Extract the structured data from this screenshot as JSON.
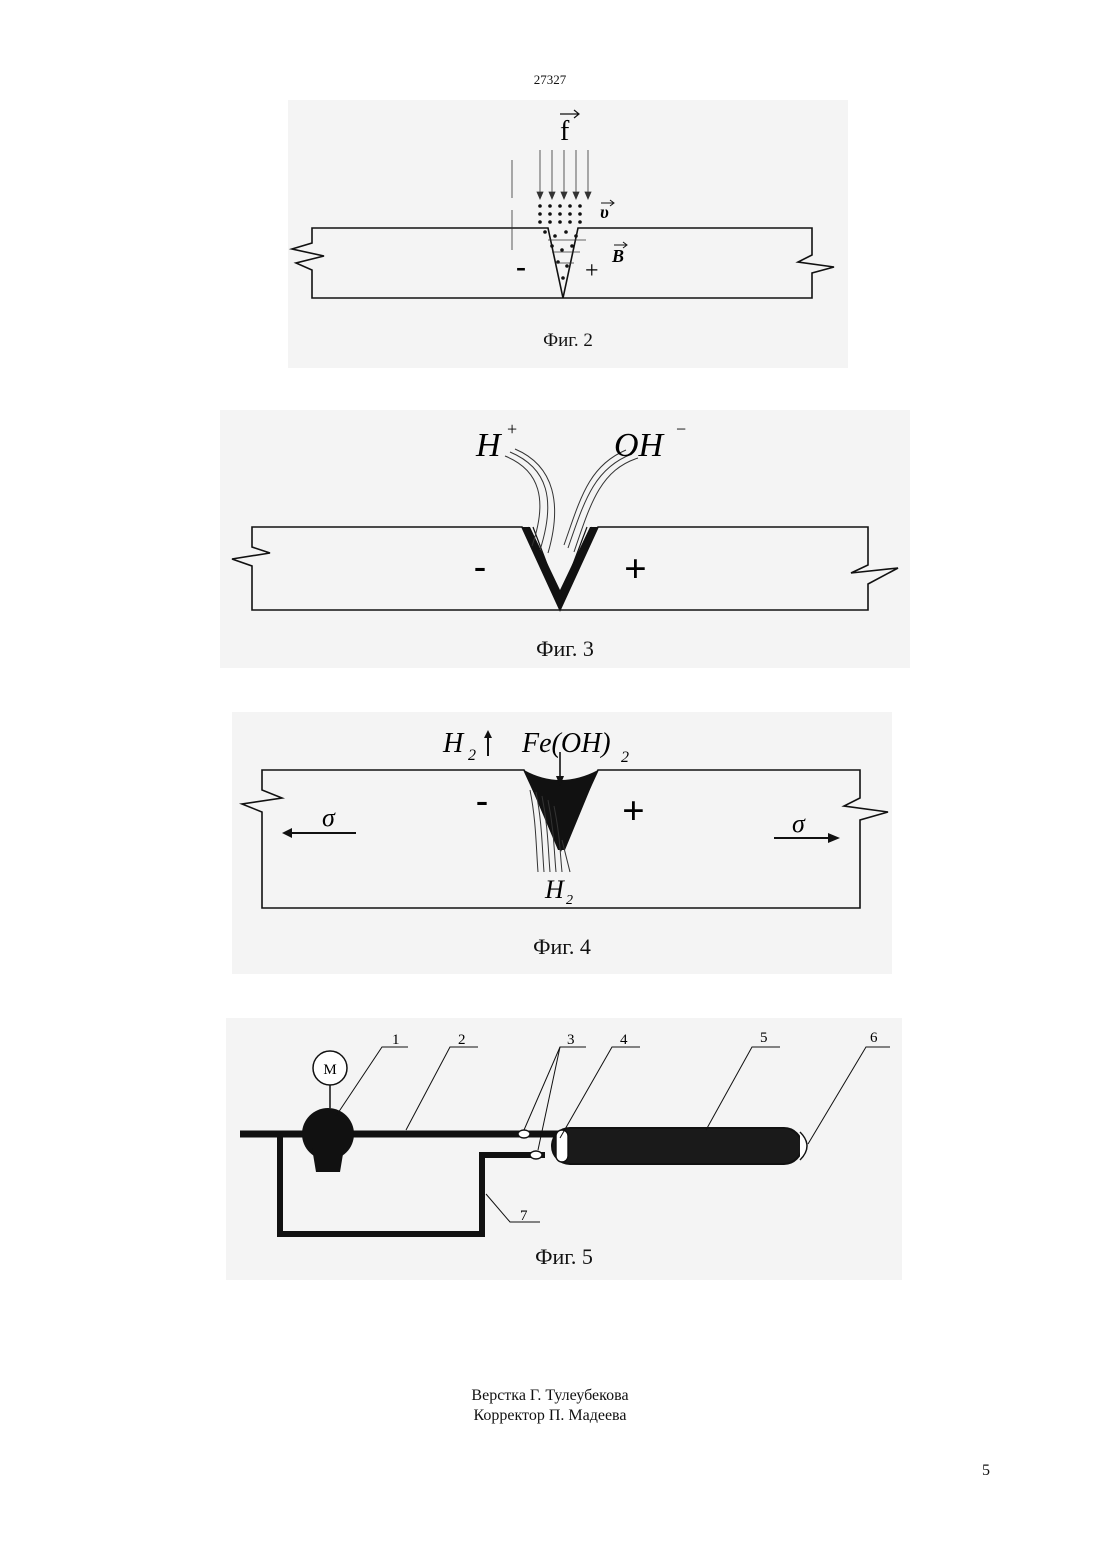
{
  "header": {
    "doc_number": "27327"
  },
  "fig2": {
    "caption": "Фиг. 2",
    "labels": {
      "force": "f",
      "velocity": "υ",
      "field": "B",
      "minus": "-",
      "plus": "+"
    }
  },
  "fig3": {
    "caption": "Фиг. 3",
    "labels": {
      "h_ion": "H",
      "h_sup": "+",
      "oh_ion": "OH",
      "oh_sup": "−",
      "minus": "-",
      "plus": "+"
    }
  },
  "fig4": {
    "caption": "Фиг. 4",
    "labels": {
      "h2_gas": "H",
      "h2_sub": "2",
      "feoh": "Fe(OH)",
      "feoh_sub": "2",
      "sigma_left": "σ",
      "sigma_right": "σ",
      "minus": "-",
      "plus": "+",
      "h2_bottom": "H",
      "h2_bottom_sub": "2"
    }
  },
  "fig5": {
    "caption": "Фиг. 5",
    "motor_label": "M",
    "callouts": [
      "1",
      "2",
      "3",
      "4",
      "5",
      "6",
      "7"
    ]
  },
  "footer": {
    "layout_credit": "Верстка Г. Тулеубекова",
    "proof_credit": "Корректор П. Мадеева",
    "page_number": "5"
  }
}
